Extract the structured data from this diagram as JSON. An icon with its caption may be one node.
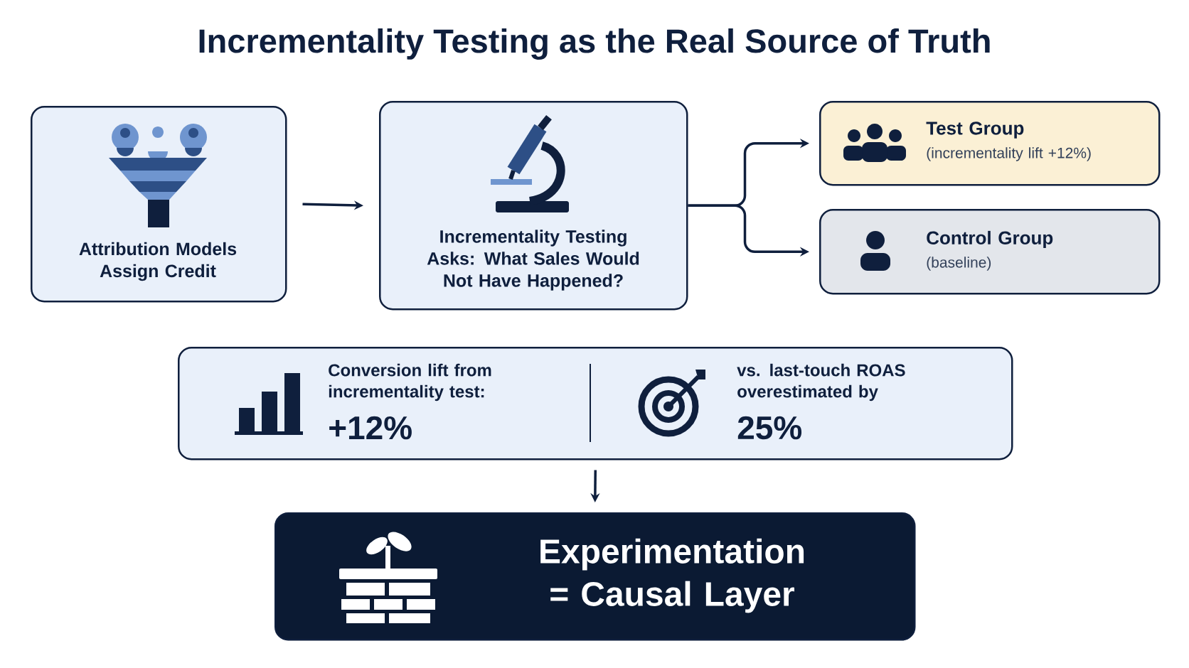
{
  "diagram": {
    "title": "Incrementality Testing as the Real Source of Truth",
    "nodes": [
      {
        "text": [
          "Attribution Models Assign Credit"
        ]
      },
      {
        "text": [
          "Incrementality Testing Asks: What Sales Would Not Have Happened?"
        ]
      },
      {
        "text": [
          "Test Group",
          "(incrementality lift +12%)"
        ]
      },
      {
        "text": [
          "Control Group",
          "(baseline)"
        ]
      },
      {
        "text": [
          "Conversion lift from incrementality test:",
          "+12%",
          "vs. last-touch ROAS overestimated by",
          "25%"
        ]
      },
      {
        "text": [
          "Experimentation = Causal Layer"
        ]
      }
    ],
    "edges": [
      {
        "from": 0,
        "to": 1,
        "arrow": "to"
      },
      {
        "from": 1,
        "to": 2,
        "arrow": "to"
      },
      {
        "from": 1,
        "to": 3,
        "arrow": "to"
      },
      {
        "from": 4,
        "to": 5,
        "arrow": "to"
      }
    ]
  }
}
